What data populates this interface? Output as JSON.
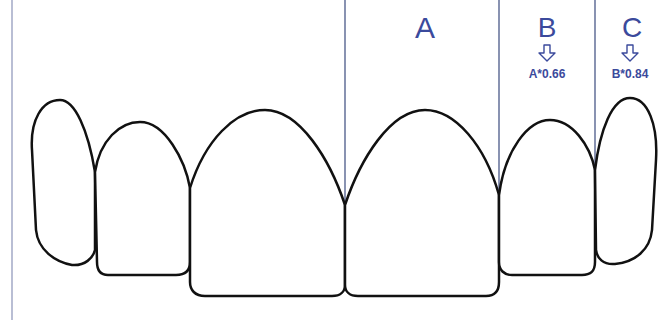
{
  "diagram": {
    "labels": [
      "A",
      "B",
      "A*0.66",
      "C",
      "B*0.84"
    ]
  }
}
